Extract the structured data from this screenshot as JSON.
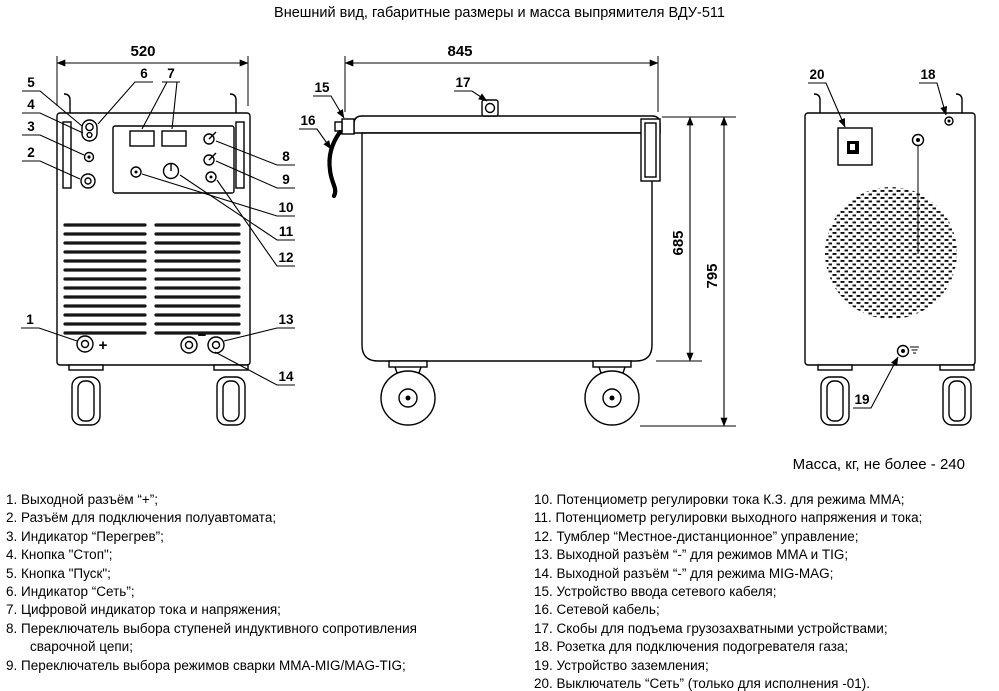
{
  "title": "Внешний вид, габаритные размеры и масса выпрямителя ВДУ-511",
  "mass_note": "Масса, кг, не более - 240",
  "dims": {
    "front_width": "520",
    "side_width": "845",
    "body_height": "685",
    "total_height": "795"
  },
  "symbols": {
    "plus": "+",
    "minus": "−"
  },
  "callouts": {
    "c1": "1",
    "c2": "2",
    "c3": "3",
    "c4": "4",
    "c5": "5",
    "c6": "6",
    "c7": "7",
    "c8": "8",
    "c9": "9",
    "c10": "10",
    "c11": "11",
    "c12": "12",
    "c13": "13",
    "c14": "14",
    "c15": "15",
    "c16": "16",
    "c17": "17",
    "c18": "18",
    "c19": "19",
    "c20": "20"
  },
  "legend": {
    "left": [
      "1. Выходной разъём “+”;",
      "2. Разъём для подключения полуавтомата;",
      "3. Индикатор “Перегрев”;",
      "4. Кнопка \"Стоп\";",
      "5. Кнопка \"Пуск\";",
      "6. Индикатор “Сеть”;",
      "7. Цифровой индикатор тока и напряжения;",
      "8. Переключатель выбора ступеней индуктивного сопротивления сварочной цепи;",
      "9. Переключатель выбора режимов сварки MMA-MIG/MAG-TIG;"
    ],
    "right": [
      "10. Потенциометр регулировки тока К.З. для режима MMA;",
      "11. Потенциометр регулировки выходного напряжения и тока;",
      "12. Тумблер “Местное-дистанционное” управление;",
      "13. Выходной разъём “-” для режимов MMA и TIG;",
      "14. Выходной разъём “-” для режима MIG-MAG;",
      "15. Устройство ввода сетевого кабеля;",
      "16. Сетевой кабель;",
      "17. Скобы для подъема грузозахватными устройствами;",
      "18. Розетка для подключения подогревателя газа;",
      "19. Устройство заземления;",
      "20. Выключатель “Сеть” (только для исполнения -01)."
    ]
  }
}
